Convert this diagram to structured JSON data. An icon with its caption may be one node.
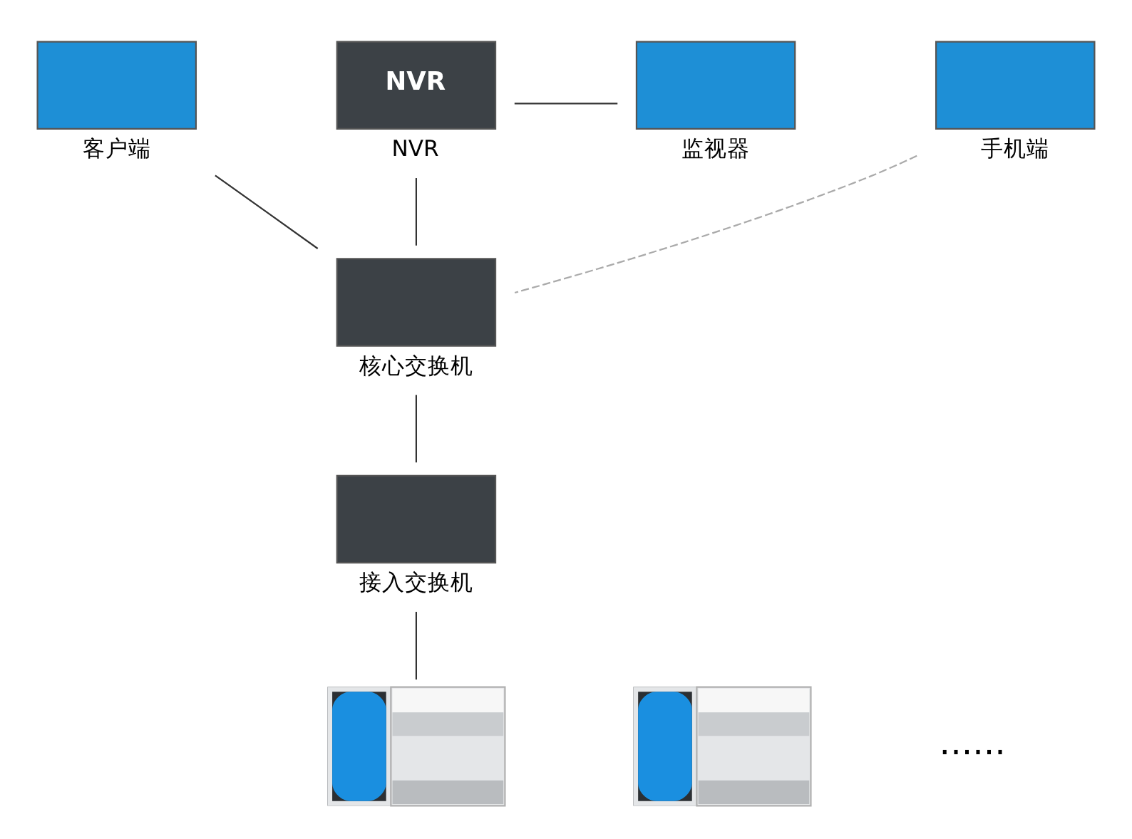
{
  "diagram": {
    "nodes": [
      {
        "text": [
          "客户端"
        ]
      },
      {
        "text": [
          "NVR",
          "NVR"
        ]
      },
      {
        "text": [
          "监视器"
        ]
      },
      {
        "text": [
          "手机端"
        ]
      },
      {
        "text": [
          "核心交换机"
        ]
      },
      {
        "text": [
          "接入交换机"
        ]
      },
      {
        "text": [],
        "shape": "picture"
      },
      {
        "text": [],
        "shape": "picture"
      }
    ],
    "edges": [
      {
        "from": 1,
        "to": 2,
        "arrow": "none"
      },
      {
        "from": 0,
        "to": 4,
        "arrow": "none"
      },
      {
        "from": 1,
        "to": 4,
        "arrow": "none"
      },
      {
        "from": 3,
        "to": 4,
        "arrow": "none",
        "style": "dashed",
        "color": "#aaaaaa"
      },
      {
        "from": 4,
        "to": 5,
        "arrow": "none"
      },
      {
        "from": 5,
        "to": 6,
        "arrow": "none"
      }
    ],
    "labels": [
      "......"
    ]
  }
}
